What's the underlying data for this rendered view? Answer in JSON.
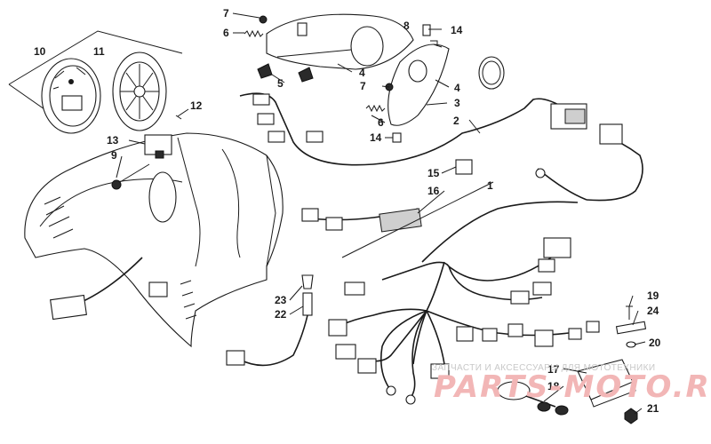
{
  "callouts": {
    "c1": "1",
    "c2": "2",
    "c3": "3",
    "c4a": "4",
    "c4b": "4",
    "c5": "5",
    "c6a": "6",
    "c6b": "6",
    "c7a": "7",
    "c7b": "7",
    "c8": "8",
    "c9": "9",
    "c10": "10",
    "c11": "11",
    "c12": "12",
    "c13": "13",
    "c14a": "14",
    "c14b": "14",
    "c15": "15",
    "c16": "16",
    "c17": "17",
    "c18": "18",
    "c19": "19",
    "c20": "20",
    "c21": "21",
    "c22": "22",
    "c23": "23",
    "c24": "24"
  },
  "watermark": {
    "subtitle": "ЗАПЧАСТИ И АКСЕССУАРЫ ДЛЯ МОТОТЕХНИКИ",
    "brand": "PARTS-MOTO.RU"
  },
  "colors": {
    "ink": "#1a1a1a",
    "watermark_text": "#f2b6b6",
    "background": "#ffffff"
  }
}
